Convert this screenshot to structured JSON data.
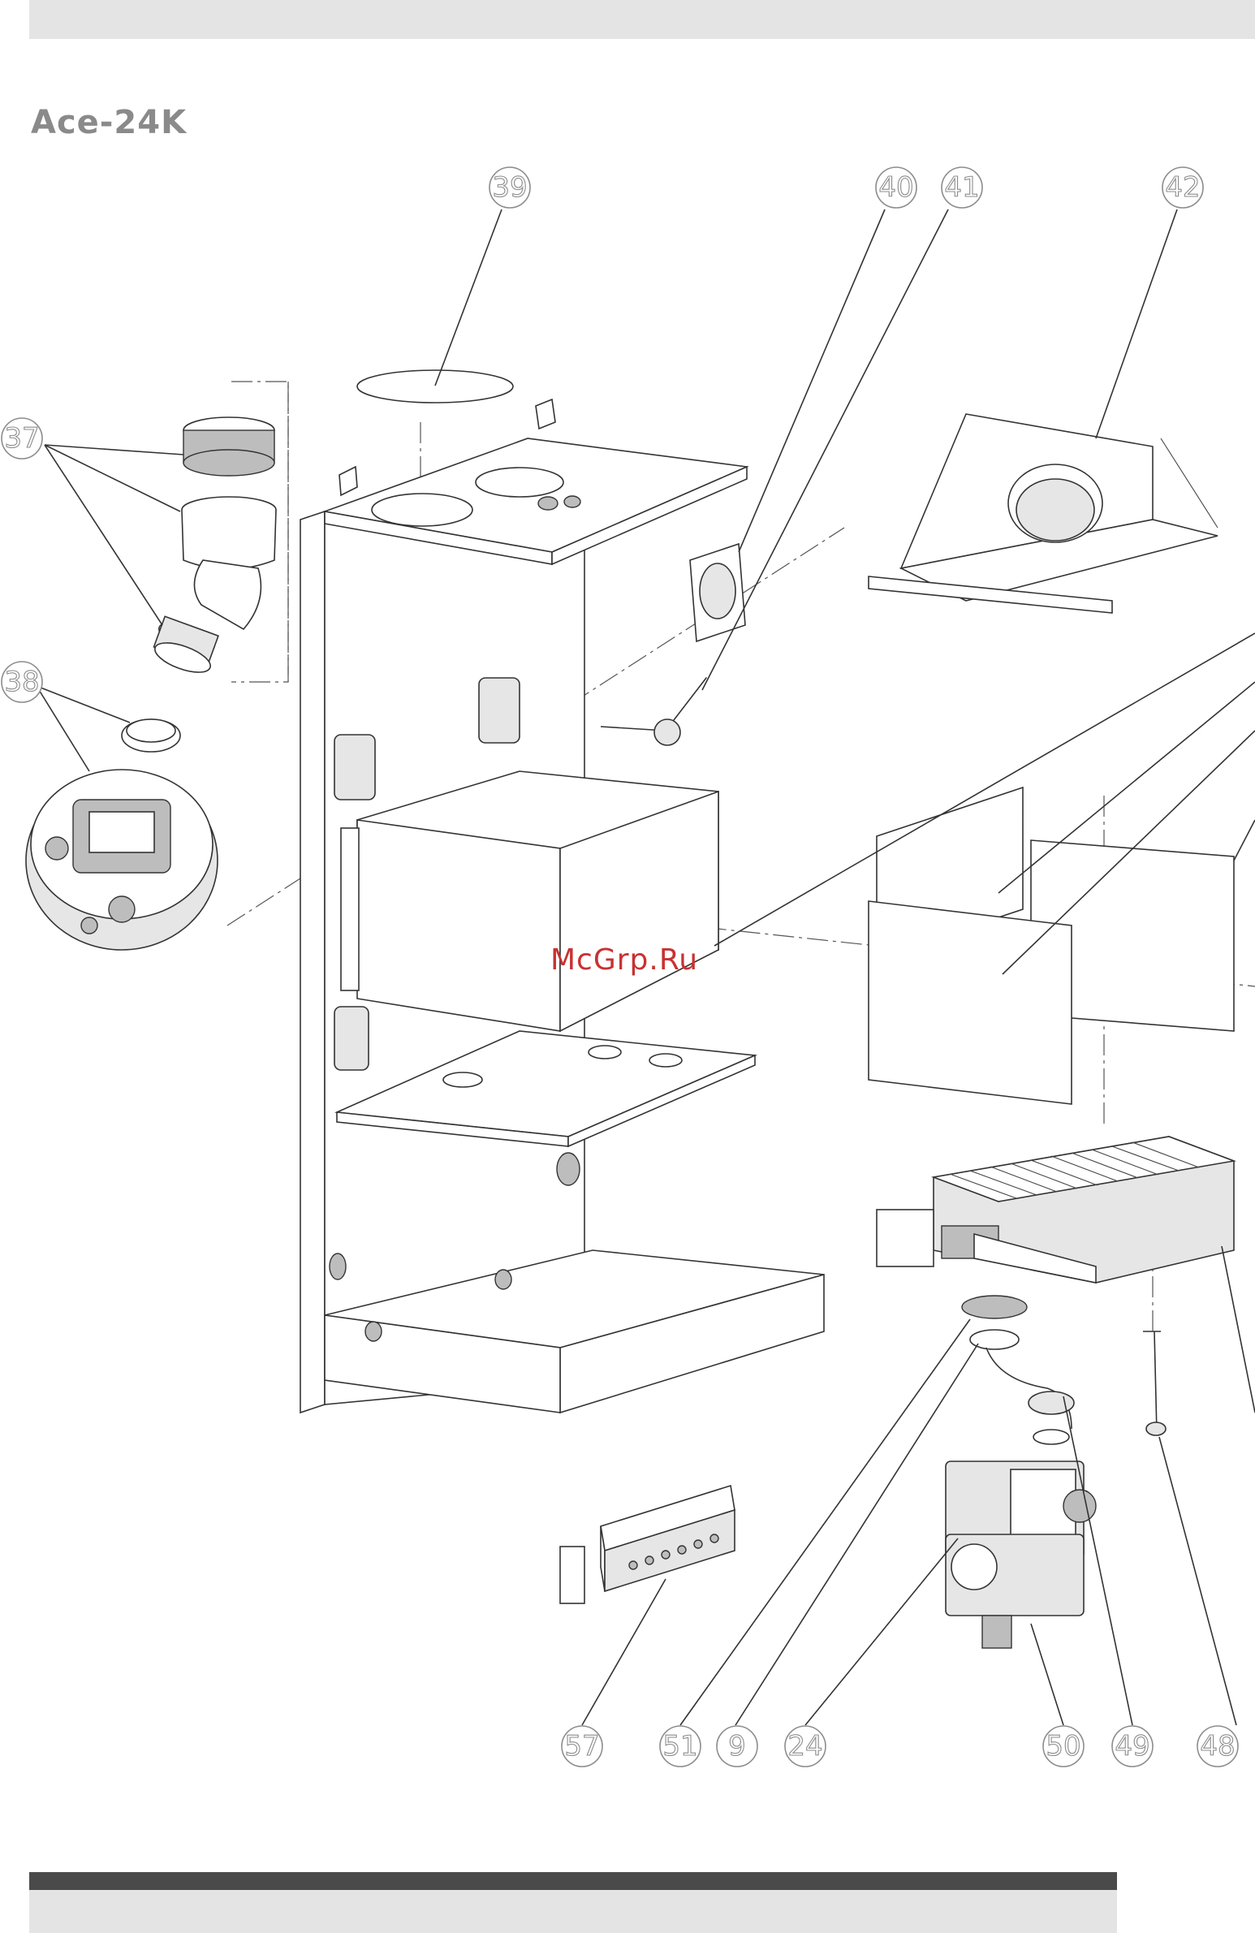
{
  "document": {
    "model_title": "Ace-24K",
    "watermark": "McGrp.Ru"
  },
  "callouts": [
    {
      "label": "39"
    },
    {
      "label": "40"
    },
    {
      "label": "41"
    },
    {
      "label": "42"
    },
    {
      "label": "37"
    },
    {
      "label": "38"
    },
    {
      "label": "57"
    },
    {
      "label": "51"
    },
    {
      "label": "9"
    },
    {
      "label": "24"
    },
    {
      "label": "50"
    },
    {
      "label": "49"
    },
    {
      "label": "48"
    }
  ],
  "colors": {
    "line": "#333333",
    "callout": "#8c8c8c",
    "bar_light": "#e4e4e4",
    "bar_dark": "#4a4a4a",
    "watermark": "#c83232"
  }
}
